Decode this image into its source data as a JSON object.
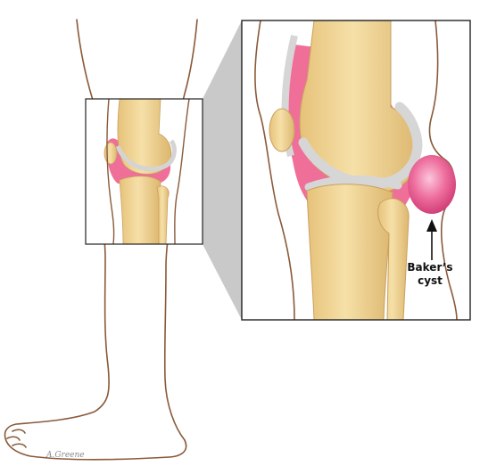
{
  "annotation": {
    "line1": "Baker’s",
    "line2": "cyst"
  },
  "signature": "A.Greene",
  "colors": {
    "outline": "#8a5a3a",
    "bone": "#f1d79a",
    "bone_shade": "#d9b46a",
    "cartilage": "#d4d4d4",
    "synovium": "#ef6f99",
    "cyst": "#e8558a",
    "projection": "#c8c8c8",
    "frame": "#222222"
  }
}
